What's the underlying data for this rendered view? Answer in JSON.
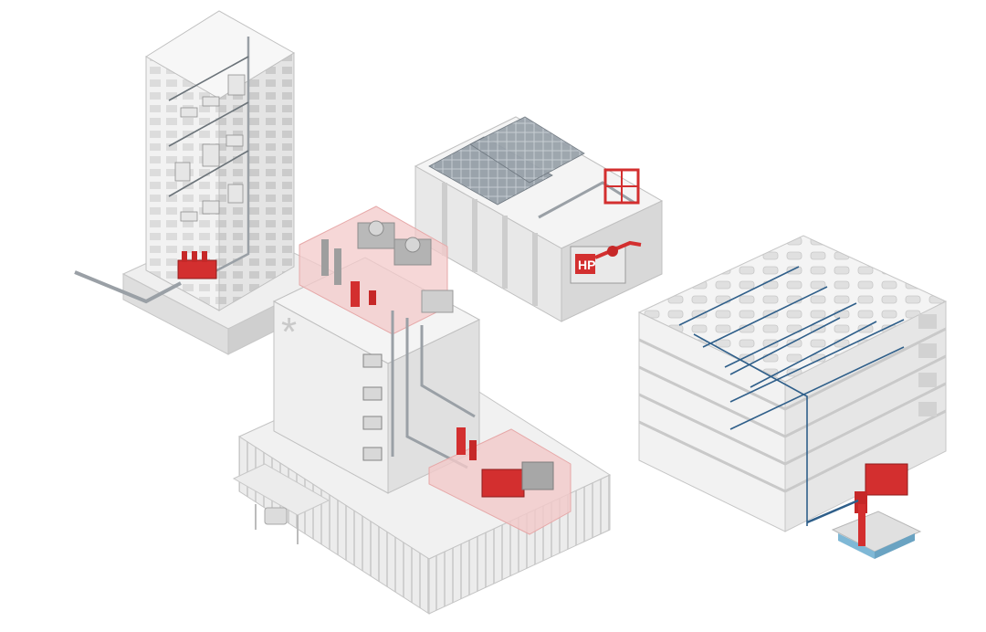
{
  "scene": {
    "colors": {
      "background": "#ffffff",
      "building_light": "#f4f4f4",
      "building_mid": "#e2e2e2",
      "building_dark": "#cfcfcf",
      "building_outline": "#bdbdbd",
      "pipe": "#9aa0a6",
      "pipe_blue": "#2f5f8a",
      "equipment_red": "#d32f2f",
      "highlight_red": "#f3c9c9",
      "water_blue": "#7fb8d6",
      "solar_panel": "#8c949c"
    },
    "buildings": [
      {
        "id": "high-rise",
        "icon": "residential-tower-icon"
      },
      {
        "id": "central-plant",
        "icon": "hvac-plant-icon",
        "marking": "*"
      },
      {
        "id": "solar-building",
        "icon": "solar-roof-icon",
        "equipment_label": "HP"
      },
      {
        "id": "parking-garage",
        "icon": "sprinkler-garage-icon"
      }
    ]
  }
}
